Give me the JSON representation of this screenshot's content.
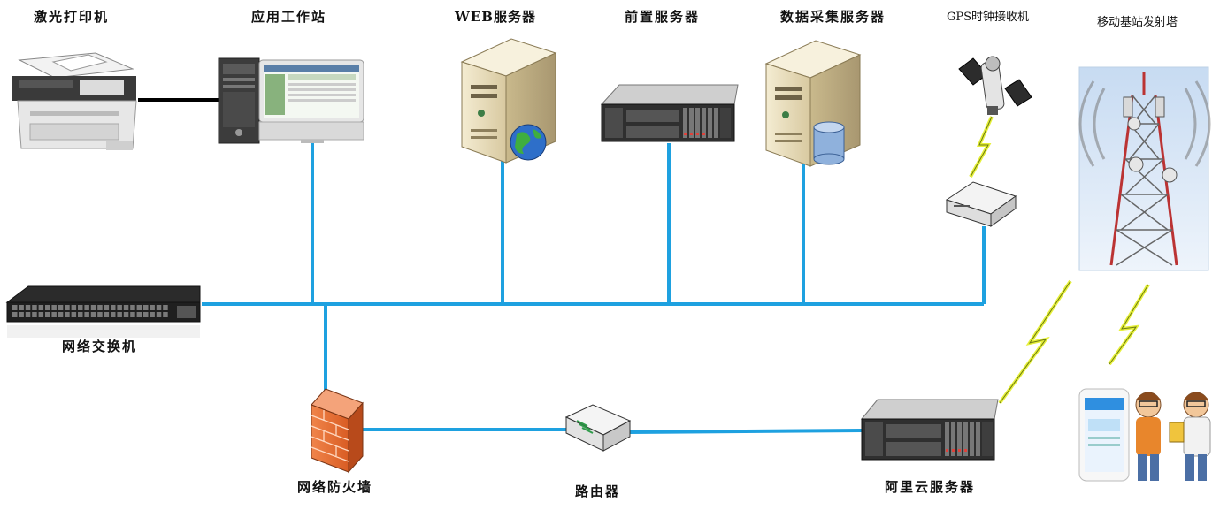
{
  "nodes": {
    "printer": {
      "label": "激光打印机"
    },
    "workstation": {
      "label": "应用工作站"
    },
    "web_server": {
      "label": "WEB服务器"
    },
    "front_server": {
      "label": "前置服务器"
    },
    "collector_server": {
      "label": "数据采集服务器"
    },
    "gps_receiver": {
      "label": "GPS时钟接收机"
    },
    "cell_tower": {
      "label": "移动基站发射塔"
    },
    "switch": {
      "label": "网络交换机"
    },
    "firewall": {
      "label": "网络防火墙"
    },
    "router": {
      "label": "路由器"
    },
    "aliyun_server": {
      "label": "阿里云服务器"
    }
  },
  "colors": {
    "network_line": "#1ea1e0",
    "wireless_bolt": "#e6f03a",
    "printer_cable": "#000000"
  },
  "icons": [
    "printer-icon",
    "desktop-computer-icon",
    "web-server-icon",
    "rack-server-icon",
    "database-server-icon",
    "satellite-icon",
    "gps-receiver-box-icon",
    "cell-tower-icon",
    "network-switch-icon",
    "firewall-icon",
    "router-icon",
    "cloud-rack-server-icon",
    "mobile-users-icon"
  ]
}
